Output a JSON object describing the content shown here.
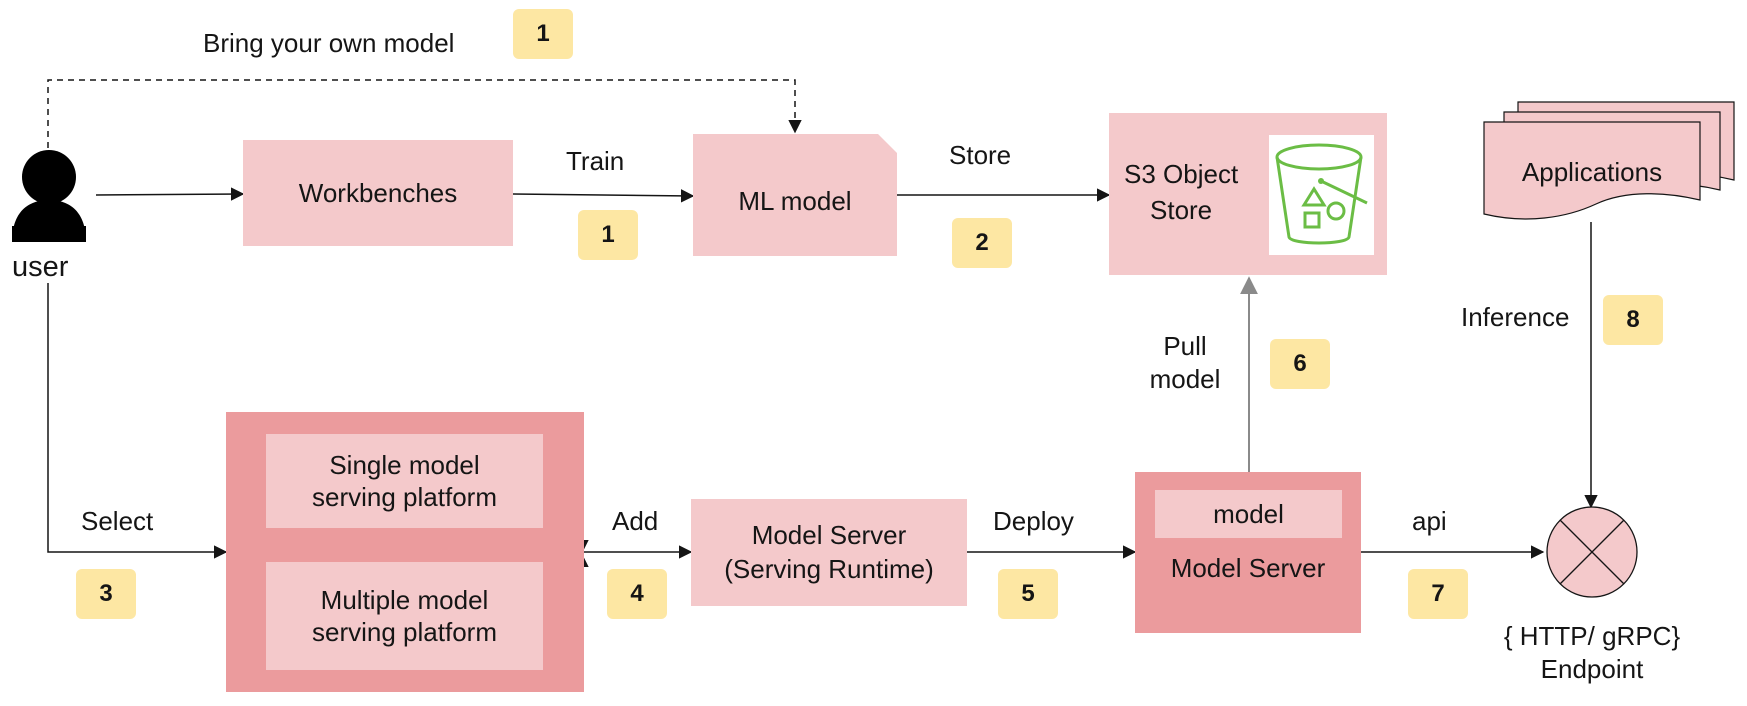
{
  "byom": {
    "label": "Bring your own model",
    "badge": "1"
  },
  "user": {
    "label": "user"
  },
  "workbenches": {
    "label": "Workbenches"
  },
  "train": {
    "label": "Train",
    "badge": "1"
  },
  "ml_model": {
    "label": "ML model"
  },
  "store": {
    "label": "Store",
    "badge": "2"
  },
  "s3": {
    "line1": "S3 Object",
    "line2": "Store",
    "icon": "bucket-icon",
    "icon_color": "#6bbd45"
  },
  "applications": {
    "label": "Applications"
  },
  "inference": {
    "label": "Inference",
    "badge": "8"
  },
  "pull_model": {
    "line1": "Pull",
    "line2": "model",
    "badge": "6"
  },
  "select": {
    "label": "Select",
    "badge": "3"
  },
  "single_platform": {
    "line1": "Single model",
    "line2": "serving platform"
  },
  "multiple_platform": {
    "line1": "Multiple model",
    "line2": "serving platform"
  },
  "add": {
    "label": "Add",
    "badge": "4"
  },
  "serving_runtime": {
    "line1": "Model Server",
    "line2": "(Serving Runtime)"
  },
  "deploy": {
    "label": "Deploy",
    "badge": "5"
  },
  "model_server": {
    "inner": "model",
    "label": "Model Server"
  },
  "api": {
    "label": "api",
    "badge": "7"
  },
  "endpoint": {
    "line1": "{ HTTP/ gRPC}",
    "line2": "Endpoint"
  },
  "colors": {
    "light_box": "#f4c9cb",
    "dark_box": "#eb9b9d",
    "badge": "#fde7a3"
  }
}
